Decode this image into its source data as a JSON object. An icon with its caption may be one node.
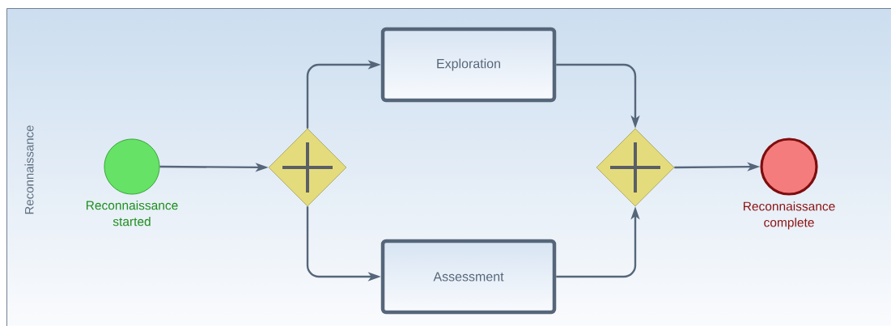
{
  "diagram": {
    "nodes": [
      {
        "text": [
          "Reconnaissance"
        ]
      },
      {
        "text": [],
        "shape": "circle",
        "beside": [
          "Reconnaissance started"
        ],
        "in": 0
      },
      {
        "text": [],
        "shape": "diamond",
        "in": 0
      },
      {
        "text": [
          "Exploration"
        ],
        "in": 0
      },
      {
        "text": [
          "Assessment"
        ],
        "in": 0
      },
      {
        "text": [],
        "shape": "diamond",
        "in": 0
      },
      {
        "text": [],
        "shape": "circle",
        "beside": [
          "Reconnaissance complete"
        ],
        "in": 0
      }
    ],
    "edges": [
      {
        "from": 1,
        "to": 2,
        "arrow": "to"
      },
      {
        "from": 2,
        "to": 3,
        "arrow": "to"
      },
      {
        "from": 2,
        "to": 4,
        "arrow": "to"
      },
      {
        "from": 3,
        "to": 5,
        "arrow": "to"
      },
      {
        "from": 4,
        "to": 5,
        "arrow": "to"
      },
      {
        "from": 5,
        "to": 6,
        "arrow": "to"
      }
    ]
  }
}
